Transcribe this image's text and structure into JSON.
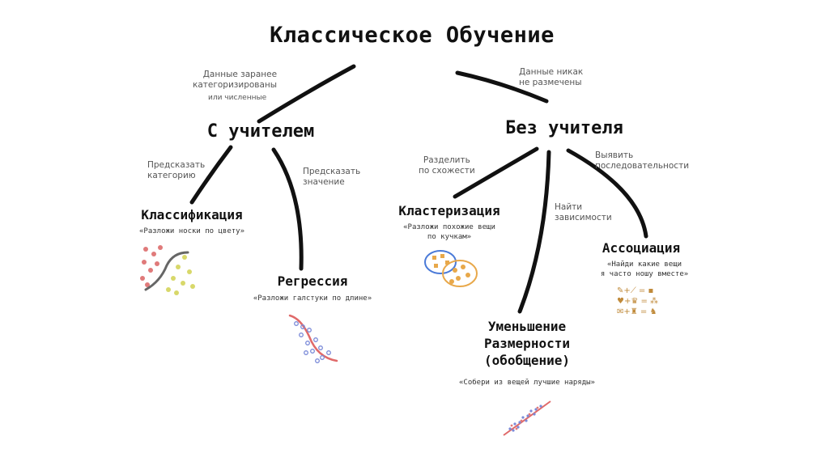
{
  "title": "Классическое Обучение",
  "branches": {
    "supervised": {
      "label": "С учителем",
      "edge_note": [
        "Данные заранее",
        "категоризированы"
      ],
      "edge_note_small": "или численные"
    },
    "unsupervised": {
      "label": "Без учителя",
      "edge_note": [
        "Данные никак",
        "не размечены"
      ]
    }
  },
  "methods": {
    "classification": {
      "label": "Классификация",
      "edge_note": [
        "Предсказать",
        "категорию"
      ],
      "example": "«Разложи носки по цвету»"
    },
    "regression": {
      "label": "Регрессия",
      "edge_note": [
        "Предсказать",
        "значение"
      ],
      "example": "«Разложи галстуки по длине»"
    },
    "clustering": {
      "label": "Кластеризация",
      "edge_note": [
        "Разделить",
        "по схожести"
      ],
      "example": [
        "«Разложи похожие вещи",
        "по кучкам»"
      ]
    },
    "dimensionality": {
      "label": [
        "Уменьшение",
        "Размерности",
        "(обобщение)"
      ],
      "edge_note": [
        "Найти",
        "зависимости"
      ],
      "example": "«Собери из вещей лучшие наряды»"
    },
    "association": {
      "label": "Ассоциация",
      "edge_note": [
        "Выявить",
        "последовательности"
      ],
      "example": [
        "«Найди какие вещи",
        "я часто ношу вместе»"
      ]
    }
  },
  "colors": {
    "ink": "#111111",
    "note": "#555555",
    "dot_red": "#e07a7a",
    "dot_yellow": "#d8d86a",
    "curve_gray": "#666666",
    "regression_red": "#e06a6a",
    "regression_blue": "#7a8ad8",
    "cluster_orange": "#e8a84a",
    "cluster_blue": "#4a7ad8"
  }
}
